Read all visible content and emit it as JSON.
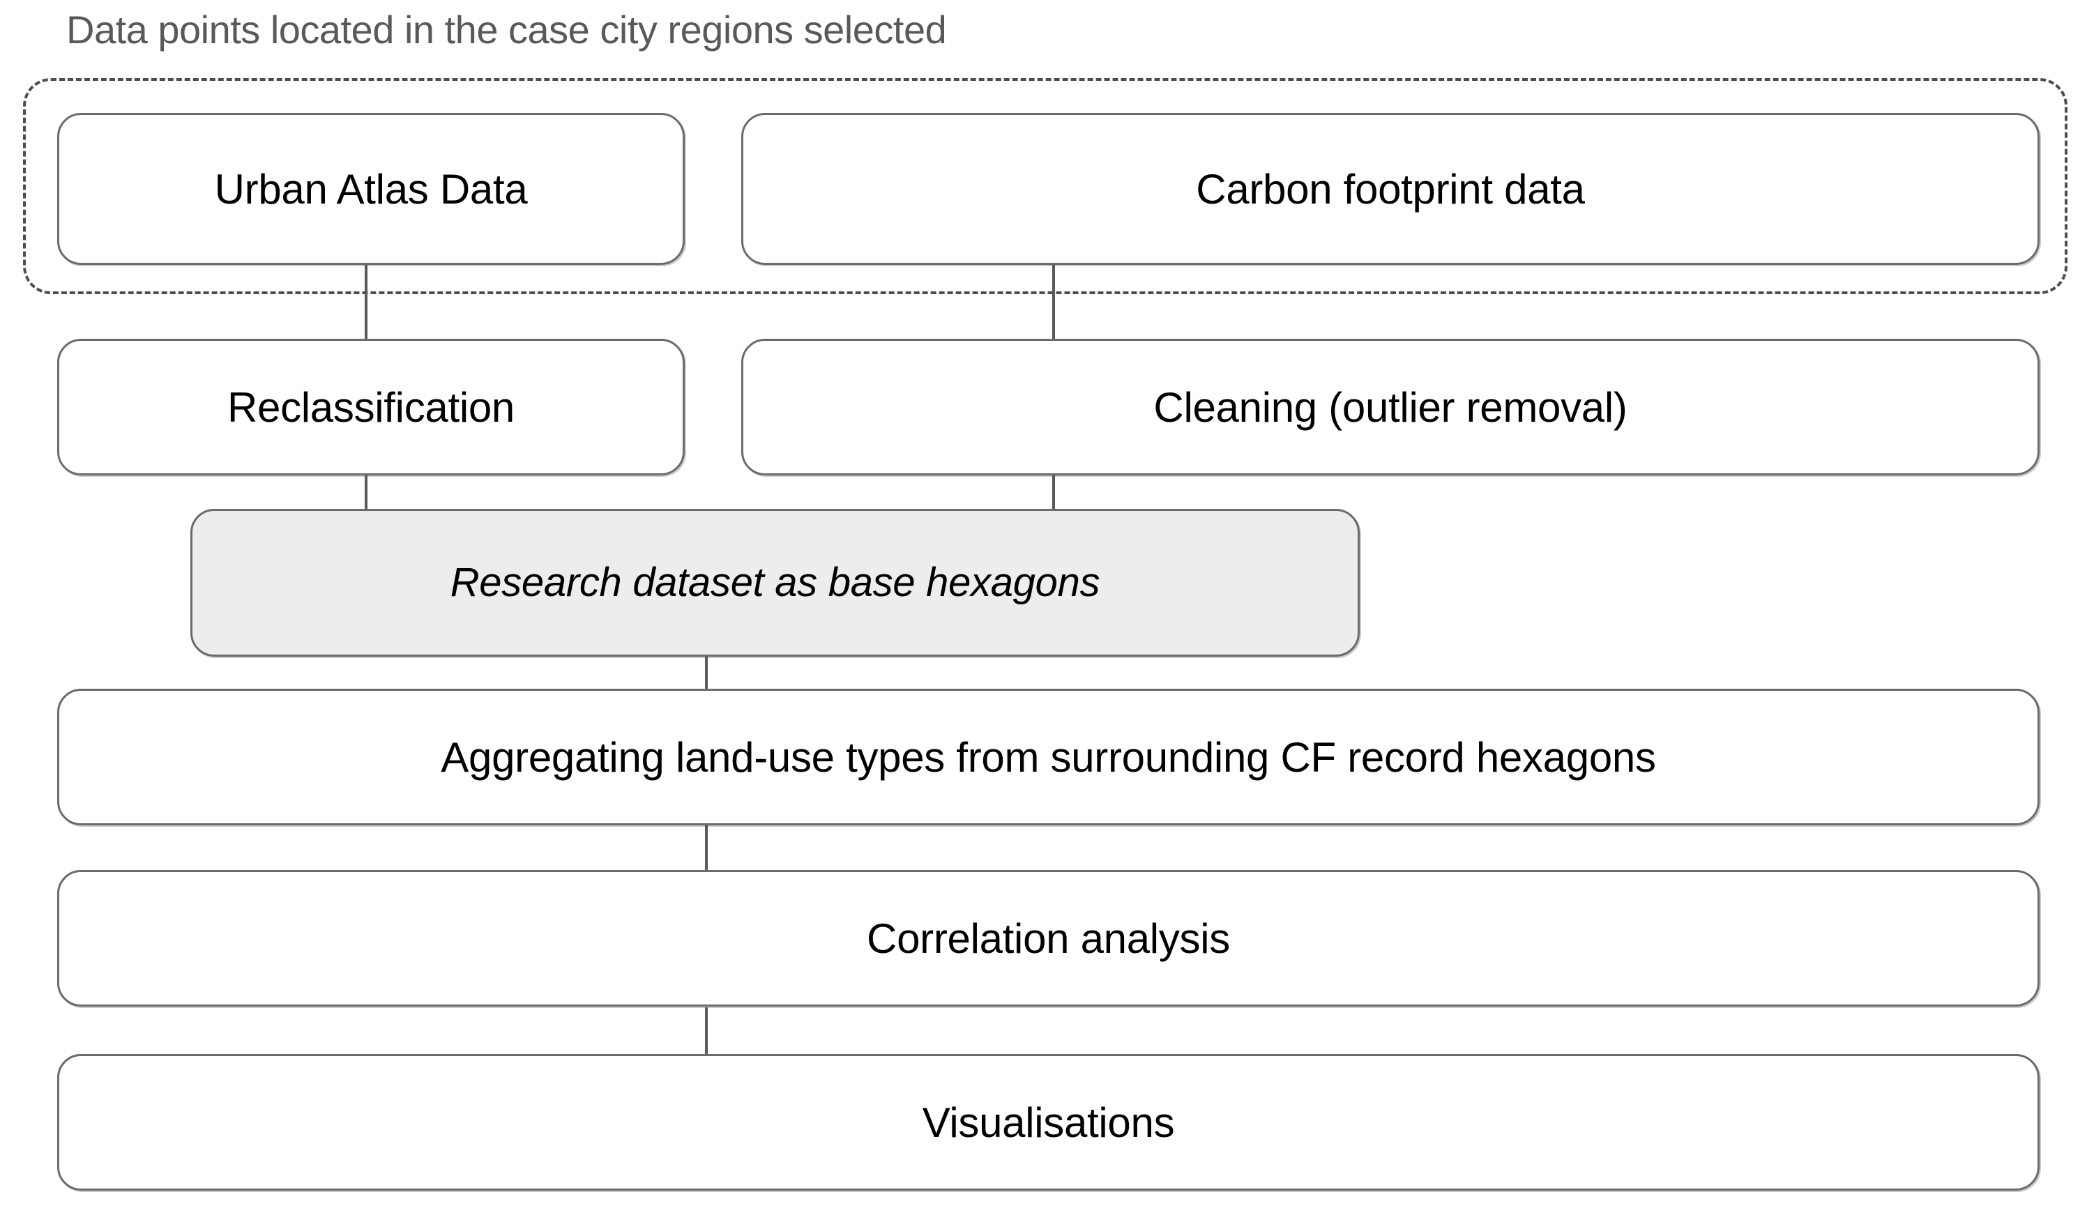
{
  "diagram": {
    "caption": "Data points located in the case city regions selected",
    "group": {
      "name": "data-sources-group",
      "style": "dashed"
    },
    "nodes": [
      {
        "id": "urban-atlas-data",
        "label": "Urban Atlas Data",
        "shaded": false
      },
      {
        "id": "carbon-footprint-data",
        "label": "Carbon footprint data",
        "shaded": false
      },
      {
        "id": "reclassification",
        "label": "Reclassification",
        "shaded": false
      },
      {
        "id": "cleaning",
        "label": "Cleaning (outlier removal)",
        "shaded": false
      },
      {
        "id": "research-dataset",
        "label": "Research dataset as base hexagons",
        "shaded": true
      },
      {
        "id": "aggregating",
        "label": "Aggregating land-use types from surrounding CF record hexagons",
        "shaded": false
      },
      {
        "id": "correlation",
        "label": "Correlation analysis",
        "shaded": false
      },
      {
        "id": "visualisations",
        "label": "Visualisations",
        "shaded": false
      }
    ],
    "edges": [
      {
        "from": "urban-atlas-data",
        "to": "reclassification"
      },
      {
        "from": "carbon-footprint-data",
        "to": "cleaning"
      },
      {
        "from": "reclassification",
        "to": "research-dataset"
      },
      {
        "from": "cleaning",
        "to": "research-dataset"
      },
      {
        "from": "research-dataset",
        "to": "aggregating"
      },
      {
        "from": "aggregating",
        "to": "correlation"
      },
      {
        "from": "correlation",
        "to": "visualisations"
      }
    ],
    "colors": {
      "caption_text": "#595959",
      "node_border": "#6b6b6b",
      "node_fill": "#ffffff",
      "shaded_fill": "#ededed",
      "dashed_border": "#4d4d4d",
      "connector": "#595959",
      "label_text": "#000000"
    }
  }
}
